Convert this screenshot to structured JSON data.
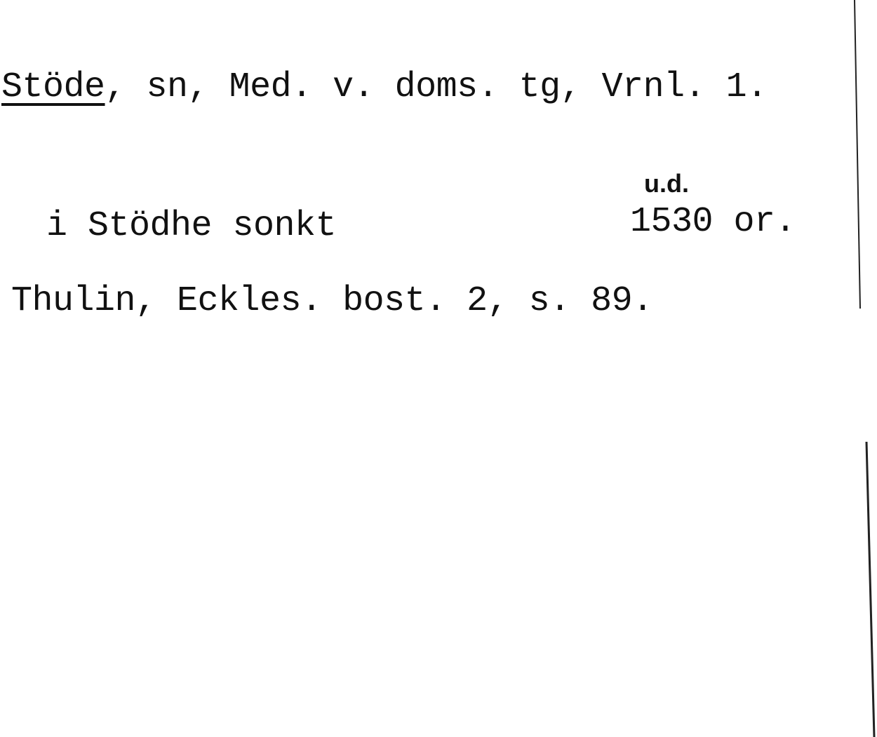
{
  "card": {
    "headword": "Stöde",
    "heading_rest": ", sn, Med. v. doms. tg, Vrnl. 1.",
    "form": "i Stödhe sonkt",
    "annotation": "u.d.",
    "year": "1530 or.",
    "source": "Thulin, Eckles. bost. 2, s. 89."
  }
}
